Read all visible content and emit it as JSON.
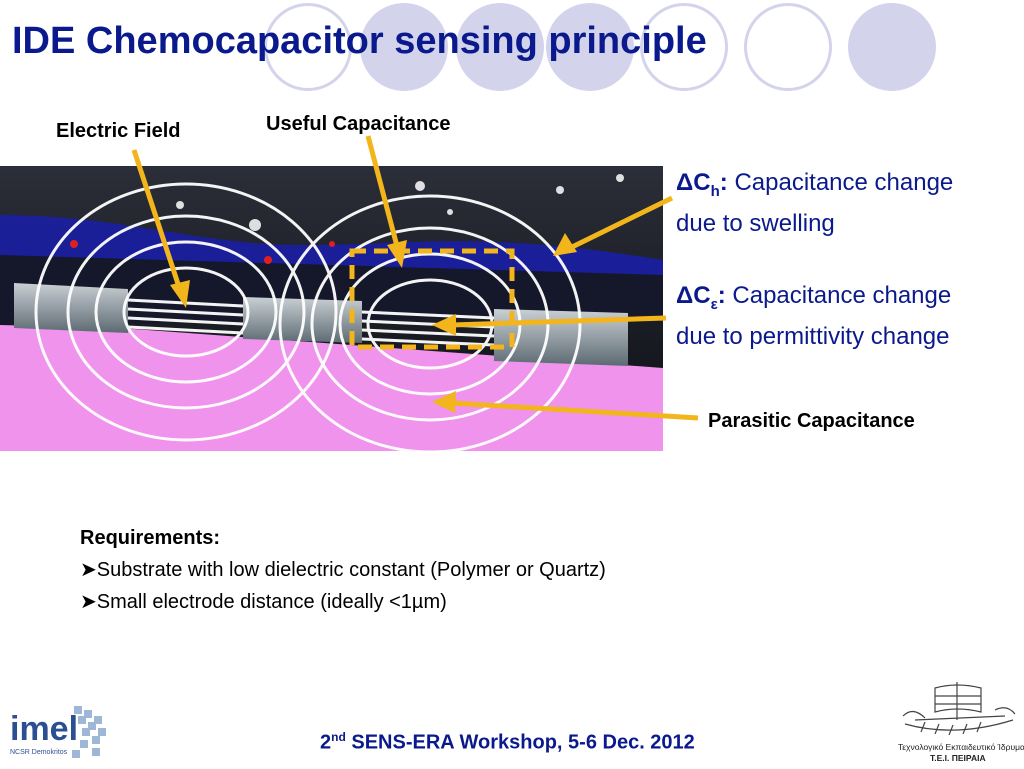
{
  "slide": {
    "title": "IDE Chemocapacitor sensing principle"
  },
  "diagram": {
    "label_electric_field": "Electric Field",
    "label_useful_capacitance": "Useful Capacitance",
    "label_parasitic_capacitance": "Parasitic Capacitance",
    "delta_ch_symbol": "ΔC",
    "delta_ch_sub": "h",
    "delta_ch_desc_line1": "Capacitance change",
    "delta_ch_desc_line2": "due to swelling",
    "delta_ce_symbol": "ΔC",
    "delta_ce_sub": "ε",
    "delta_ce_desc_line1": "Capacitance change",
    "delta_ce_desc_line2": "due to permittivity change",
    "arrow_color": "#f2b51c",
    "substrate_color": "#ef93ec",
    "layer_color": "#1a1f9e"
  },
  "requirements": {
    "heading": "Requirements:",
    "items": [
      "Substrate with low dielectric constant (Polymer or Quartz)",
      "Small electrode distance (ideally <1µm)"
    ]
  },
  "footer": {
    "ordinal": "2",
    "ordinal_sup": "nd",
    "text": " SENS-ERA Workshop, 5-6 Dec. 2012"
  },
  "logos": {
    "imel_text": "imel",
    "imel_subtext": "NCSR Demokritos",
    "tei_line1": "Τεχνολογικό Εκπαιδευτικό Ίδρυμα",
    "tei_line2": "Τ.Ε.Ι. ΠΕΙΡΑΙΑ"
  }
}
